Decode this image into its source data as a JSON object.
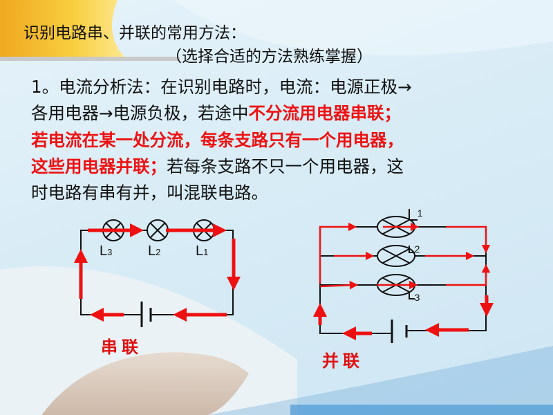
{
  "slide": {
    "title": "识别电路串、并联的常用方法：",
    "subtitle": "（选择合适的方法熟练掌握）",
    "paragraph": {
      "line1": "1。电流分析法：在识别电路时，电流：电源正极→",
      "line2_black": "各用电器→电源负极，若途中",
      "line2_red": "不分流用电器串联；",
      "line3_red": "若电流在某一处分流，每条支路只有一个用电器，",
      "line4_red": "这些用电器并联；",
      "line4_black": "若每条支路不只一个用电器，这",
      "line5": "时电路有串有并，叫混联电路。"
    }
  },
  "series_circuit": {
    "caption": "串联",
    "lamps": [
      {
        "letter": "L",
        "sub": "3"
      },
      {
        "letter": "L",
        "sub": "2"
      },
      {
        "letter": "L",
        "sub": "1"
      }
    ]
  },
  "parallel_circuit": {
    "caption": "并联",
    "lamps": [
      {
        "letter": "L",
        "sub": "1"
      },
      {
        "letter": "L",
        "sub": "2"
      },
      {
        "letter": "L",
        "sub": "3"
      }
    ]
  },
  "colors": {
    "accent_red": "#ee1111",
    "wire": "#111111",
    "swoosh": "#f5c230"
  }
}
